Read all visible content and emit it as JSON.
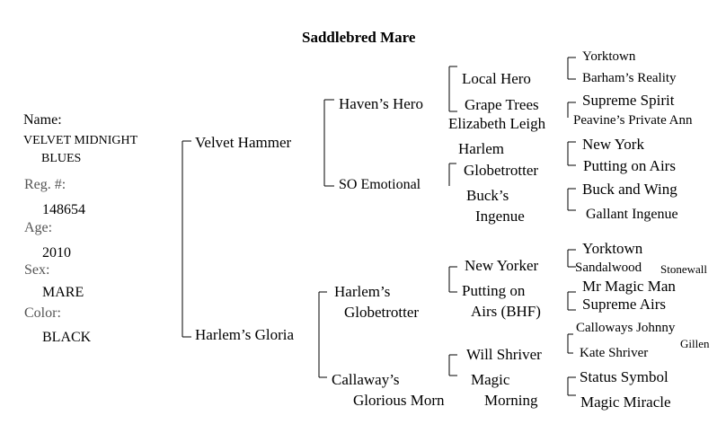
{
  "title": "Saddlebred Mare",
  "info": {
    "name_label": "Name:",
    "name_line1": "VELVET MIDNIGHT",
    "name_line2": "BLUES",
    "reg_label": "Reg. #:",
    "reg_value": "148654",
    "age_label": "Age:",
    "age_value": "2010",
    "sex_label": "Sex:",
    "sex_value": "MARE",
    "color_label": "Color:",
    "color_value": "BLACK"
  },
  "gen1": {
    "sire": "Velvet Hammer",
    "dam": "Harlem’s Gloria"
  },
  "gen2": {
    "sire_sire": "Haven’s Hero",
    "sire_dam": "SO Emotional",
    "dam_sire_line1": "Harlem’s",
    "dam_sire_line2": "Globetrotter",
    "dam_dam_line1": "Callaway’s",
    "dam_dam_line2": "Glorious Morn"
  },
  "gen3": {
    "a": "Local Hero",
    "b_line1": "Grape Trees",
    "b_line2": "Elizabeth Leigh",
    "c_line1": "Harlem",
    "c_line2": "Globetrotter",
    "d_line1": "Buck’s",
    "d_line2": "Ingenue",
    "e": "New Yorker",
    "f_line1": "Putting on",
    "f_line2": "Airs (BHF)",
    "g": "Will Shriver",
    "h_line1": "Magic",
    "h_line2": "Morning"
  },
  "gen4": {
    "a1": "Yorktown",
    "a2": "Barham’s Reality",
    "b1": "Supreme Spirit",
    "b2": "Peavine’s Private Ann",
    "c1": "New York",
    "c2": "Putting on Airs",
    "d1": "Buck and Wing",
    "d2": "Gallant Ingenue",
    "e1": "Yorktown",
    "e2": "Sandalwood",
    "e2_extra": "Stonewall",
    "f1": "Mr Magic Man",
    "f2": "Supreme Airs",
    "g1": "Calloways Johnny",
    "g1_extra": "Gillen",
    "g2": "Kate Shriver",
    "h1": "Status Symbol",
    "h2": "Magic Miracle"
  }
}
